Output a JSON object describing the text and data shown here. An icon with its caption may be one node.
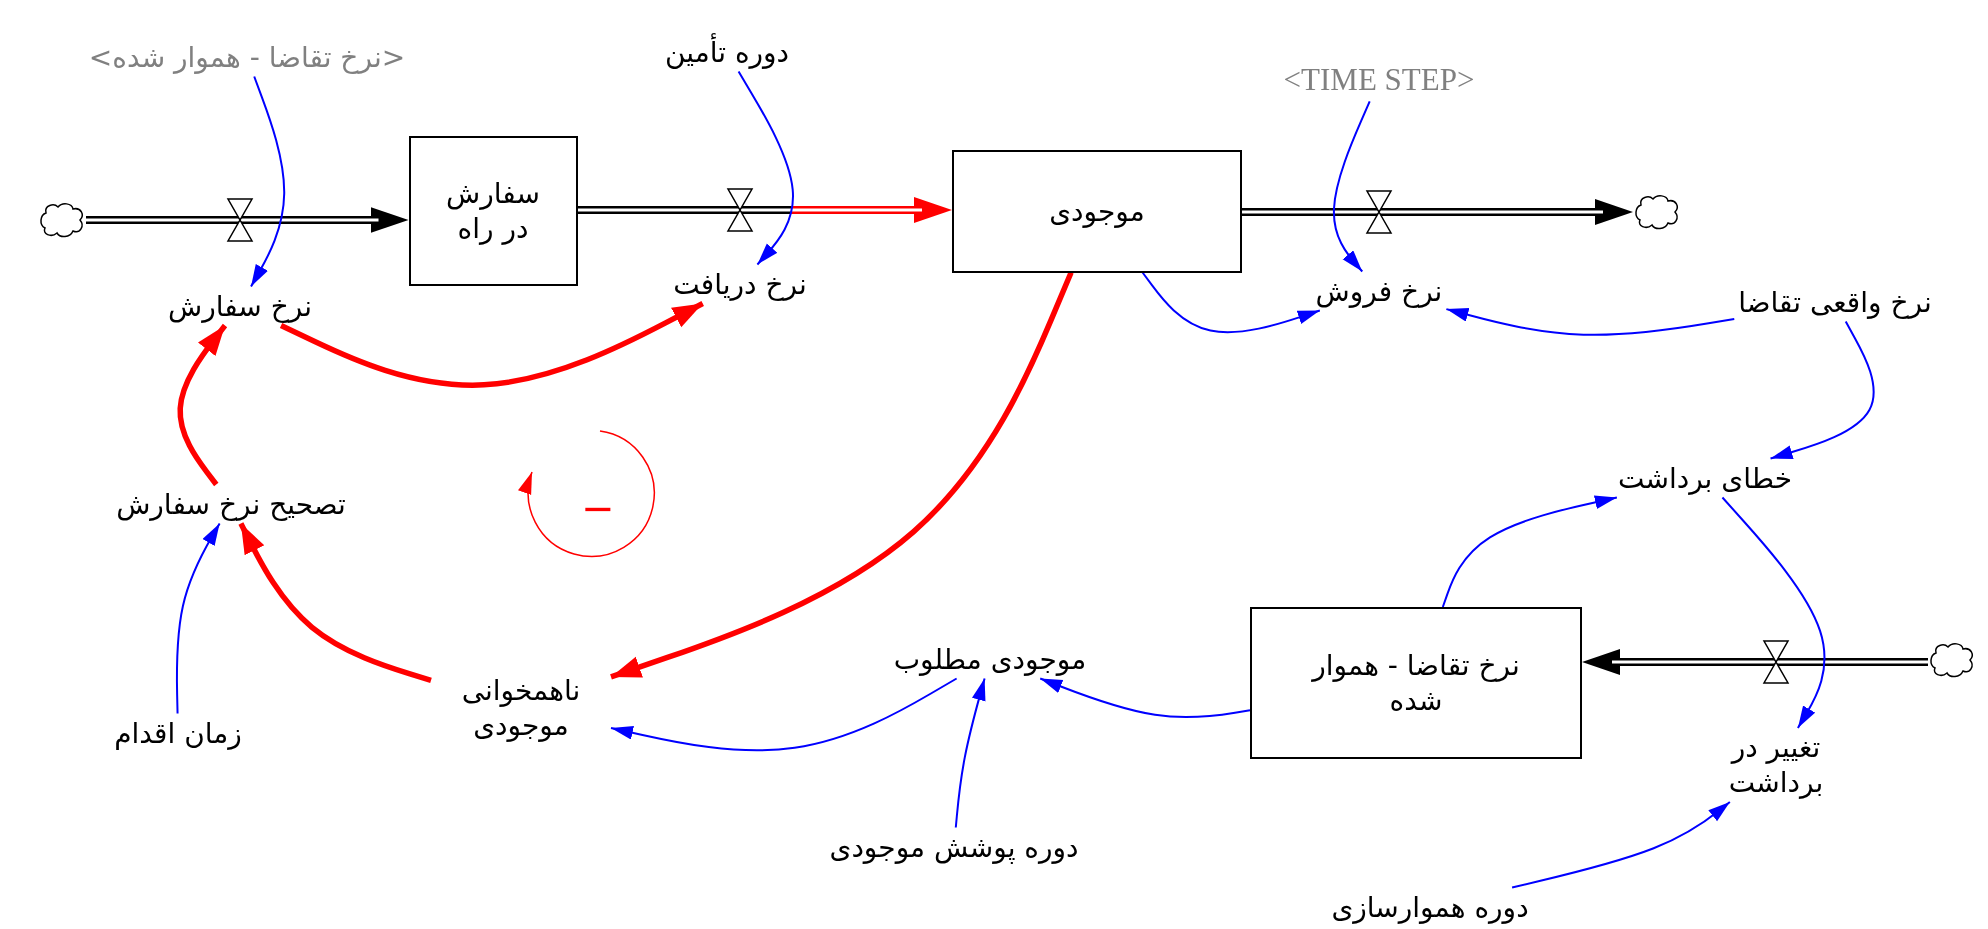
{
  "diagram": {
    "nodes": [
      {
        "text": [],
        "shape": "cloud"
      },
      {
        "text": [
          "سفارش در راه"
        ]
      },
      {
        "text": [
          "موجودی"
        ]
      },
      {
        "text": [],
        "shape": "cloud"
      },
      {
        "text": [
          "نرخ تقاضا - هموار شده"
        ]
      },
      {
        "text": [],
        "shape": "cloud"
      },
      {
        "text": [
          "نرخ سفارش"
        ]
      },
      {
        "text": [
          "نرخ دریافت"
        ]
      },
      {
        "text": [
          "نرخ فروش"
        ]
      },
      {
        "text": [
          "تغییر در برداشت"
        ]
      },
      {
        "text": [
          "<نرخ تقاضا - هموار شده>"
        ]
      },
      {
        "text": [
          "دوره تأمین"
        ]
      },
      {
        "text": [
          "<TIME STEP>"
        ]
      },
      {
        "text": [
          "نرخ واقعی تقاضا"
        ]
      },
      {
        "text": [
          "خطای برداشت"
        ]
      },
      {
        "text": [
          "تصحیح نرخ سفارش"
        ]
      },
      {
        "text": [
          "زمان اقدام"
        ]
      },
      {
        "text": [
          "ناهمخوانی موجودی"
        ]
      },
      {
        "text": [
          "موجودی مطلوب"
        ]
      },
      {
        "text": [
          "دوره پوشش موجودی"
        ]
      },
      {
        "text": [
          "دوره هموارسازی"
        ]
      }
    ],
    "edges": [
      {
        "from": 0,
        "to": 1,
        "arrow": "to",
        "style": "thick",
        "color": "#000000"
      },
      {
        "from": 1,
        "to": 2,
        "arrow": "to",
        "style": "thick",
        "color": "#ff0000"
      },
      {
        "from": 2,
        "to": 3,
        "arrow": "to",
        "style": "thick",
        "color": "#000000"
      },
      {
        "from": 5,
        "to": 4,
        "arrow": "to",
        "style": "thick",
        "color": "#000000"
      },
      {
        "from": 10,
        "to": 6,
        "arrow": "to"
      },
      {
        "from": 11,
        "to": 7,
        "arrow": "to"
      },
      {
        "from": 12,
        "to": 8,
        "arrow": "to"
      },
      {
        "from": 6,
        "to": 7,
        "arrow": "to",
        "style": "thick",
        "color": "#ff0000"
      },
      {
        "from": 2,
        "to": 17,
        "arrow": "to",
        "style": "thick",
        "color": "#ff0000"
      },
      {
        "from": 17,
        "to": 15,
        "arrow": "to",
        "style": "thick",
        "color": "#ff0000"
      },
      {
        "from": 15,
        "to": 6,
        "arrow": "to",
        "style": "thick",
        "color": "#ff0000"
      },
      {
        "from": 16,
        "to": 15,
        "arrow": "to"
      },
      {
        "from": 2,
        "to": 8,
        "arrow": "to"
      },
      {
        "from": 13,
        "to": 8,
        "arrow": "to"
      },
      {
        "from": 13,
        "to": 14,
        "arrow": "to"
      },
      {
        "from": 4,
        "to": 14,
        "arrow": "to"
      },
      {
        "from": 14,
        "to": 9,
        "arrow": "to"
      },
      {
        "from": 4,
        "to": 18,
        "arrow": "to"
      },
      {
        "from": 18,
        "to": 17,
        "arrow": "to"
      },
      {
        "from": 19,
        "to": 18,
        "arrow": "to"
      },
      {
        "from": 20,
        "to": 9,
        "arrow": "to"
      }
    ],
    "labels": [
      "−"
    ]
  }
}
